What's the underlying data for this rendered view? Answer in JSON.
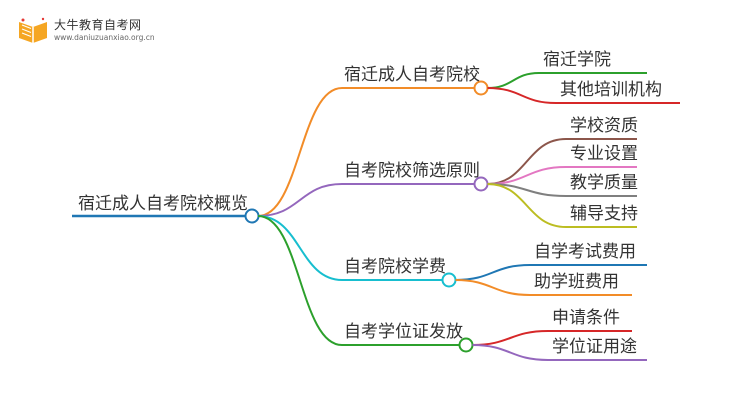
{
  "logo": {
    "title": "大牛教育自考网",
    "url": "www.daniuzuanxiao.org.cn",
    "icon": "book-icon",
    "accent": "#f5a623"
  },
  "root": {
    "label": "宿迁成人自考院校概览",
    "color": "#1f77b4"
  },
  "branches": [
    {
      "label": "宿迁成人自考院校",
      "color": "#f28c28",
      "children": [
        {
          "label": "宿迁学院",
          "color": "#2ca02c"
        },
        {
          "label": "其他培训机构",
          "color": "#d62728"
        }
      ]
    },
    {
      "label": "自考院校筛选原则",
      "color": "#9467bd",
      "children": [
        {
          "label": "学校资质",
          "color": "#8c564b"
        },
        {
          "label": "专业设置",
          "color": "#e377c2"
        },
        {
          "label": "教学质量",
          "color": "#7f7f7f"
        },
        {
          "label": "辅导支持",
          "color": "#bcbd22"
        }
      ]
    },
    {
      "label": "自考院校学费",
      "color": "#17becf",
      "children": [
        {
          "label": "自学考试费用",
          "color": "#1f77b4"
        },
        {
          "label": "助学班费用",
          "color": "#f28c28"
        }
      ]
    },
    {
      "label": "自考学位证发放",
      "color": "#2ca02c",
      "children": [
        {
          "label": "申请条件",
          "color": "#d62728"
        },
        {
          "label": "学位证用途",
          "color": "#9467bd"
        }
      ]
    }
  ]
}
